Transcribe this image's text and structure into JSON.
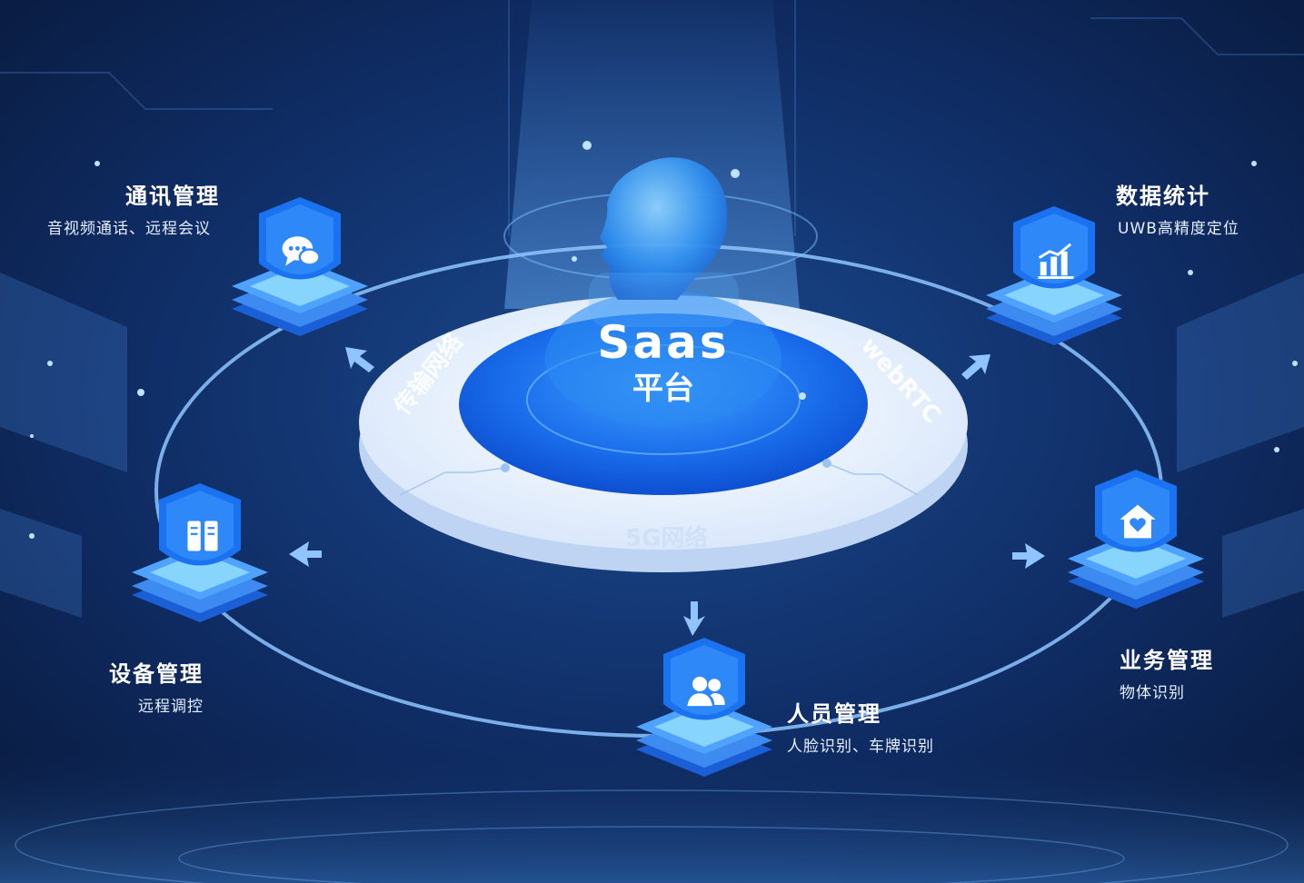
{
  "platform": {
    "name": "Saas",
    "sub": "平台"
  },
  "ring_labels": {
    "transport": "传输网络",
    "webrtc": "webRTC",
    "network": "5G网络"
  },
  "nodes": {
    "comm": {
      "title": "通讯管理",
      "sub": "音视频通话、远程会议",
      "icon": "chat-icon"
    },
    "data": {
      "title": "数据统计",
      "sub": "UWB高精度定位",
      "icon": "bar-chart-icon"
    },
    "device": {
      "title": "设备管理",
      "sub": "远程调控",
      "icon": "server-icon"
    },
    "business": {
      "title": "业务管理",
      "sub": "物体识别",
      "icon": "house-heart-icon"
    },
    "people": {
      "title": "人员管理",
      "sub": "人脸识别、车牌识别",
      "icon": "users-icon"
    }
  },
  "colors": {
    "background": "#0b2150",
    "accent": "#1e7cf2",
    "platform_white": "#eef4ff"
  }
}
